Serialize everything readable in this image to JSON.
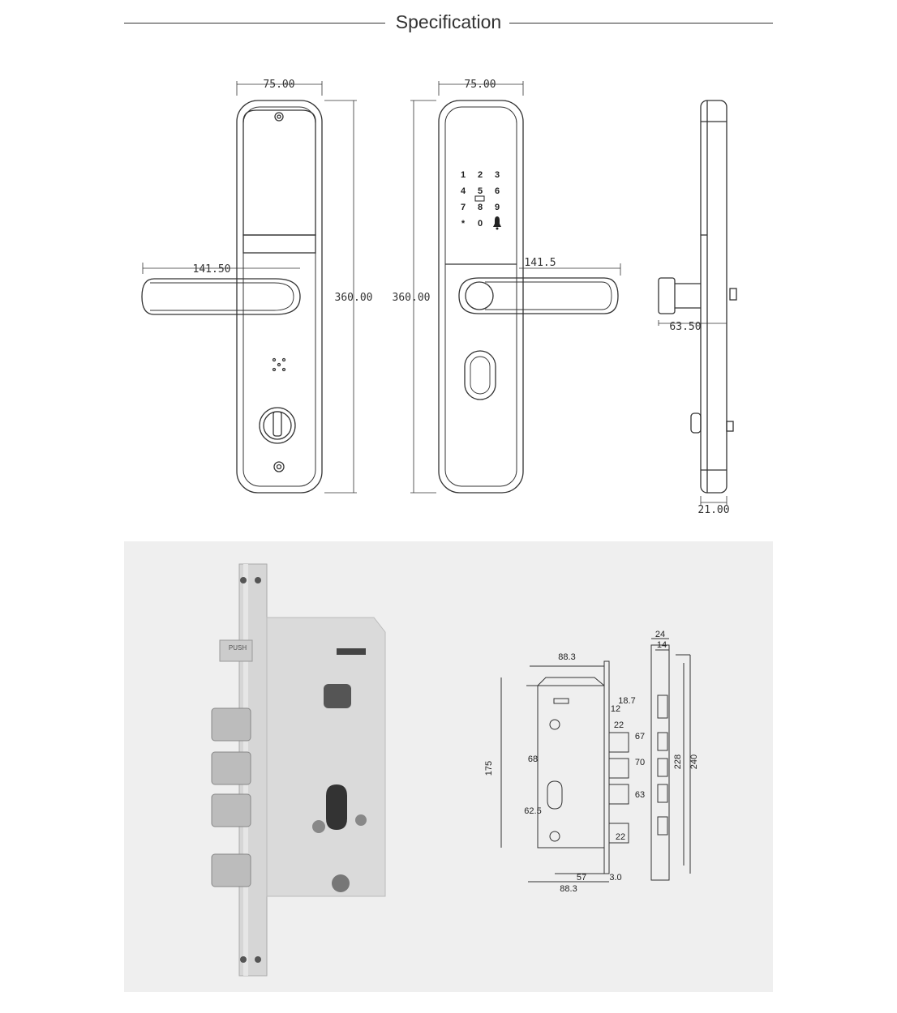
{
  "header": {
    "title": "Specification"
  },
  "drawings": {
    "back_view": {
      "width": "75.00",
      "height": "360.00",
      "handle_length": "141.50"
    },
    "front_view": {
      "width": "75.00",
      "height": "360.00",
      "handle_length": "141.5",
      "keypad_keys": [
        "1",
        "2",
        "3",
        "4",
        "5",
        "6",
        "7",
        "8",
        "9",
        "*",
        "0"
      ]
    },
    "side_view": {
      "handle_depth": "63.50",
      "thickness": "21.00"
    }
  },
  "mortise": {
    "width_top": "88.3",
    "height": "175",
    "width_bottom": "88.3",
    "spindle_distance": "57",
    "faceplate_thickness": "3.0",
    "dim_12": "12",
    "dim_18_7": "18.7",
    "dim_22_top": "22",
    "dim_22_bottom": "22",
    "dim_68": "68",
    "dim_62_5": "62.5",
    "dim_67": "67",
    "dim_70": "70",
    "dim_63": "63",
    "plate_24": "24",
    "plate_14": "14",
    "plate_228": "228",
    "plate_240": "240",
    "latch_label": "PUSH"
  },
  "colors": {
    "line": "#333333",
    "panel_bg": "#efefef",
    "metal": "#cfcfcf"
  }
}
